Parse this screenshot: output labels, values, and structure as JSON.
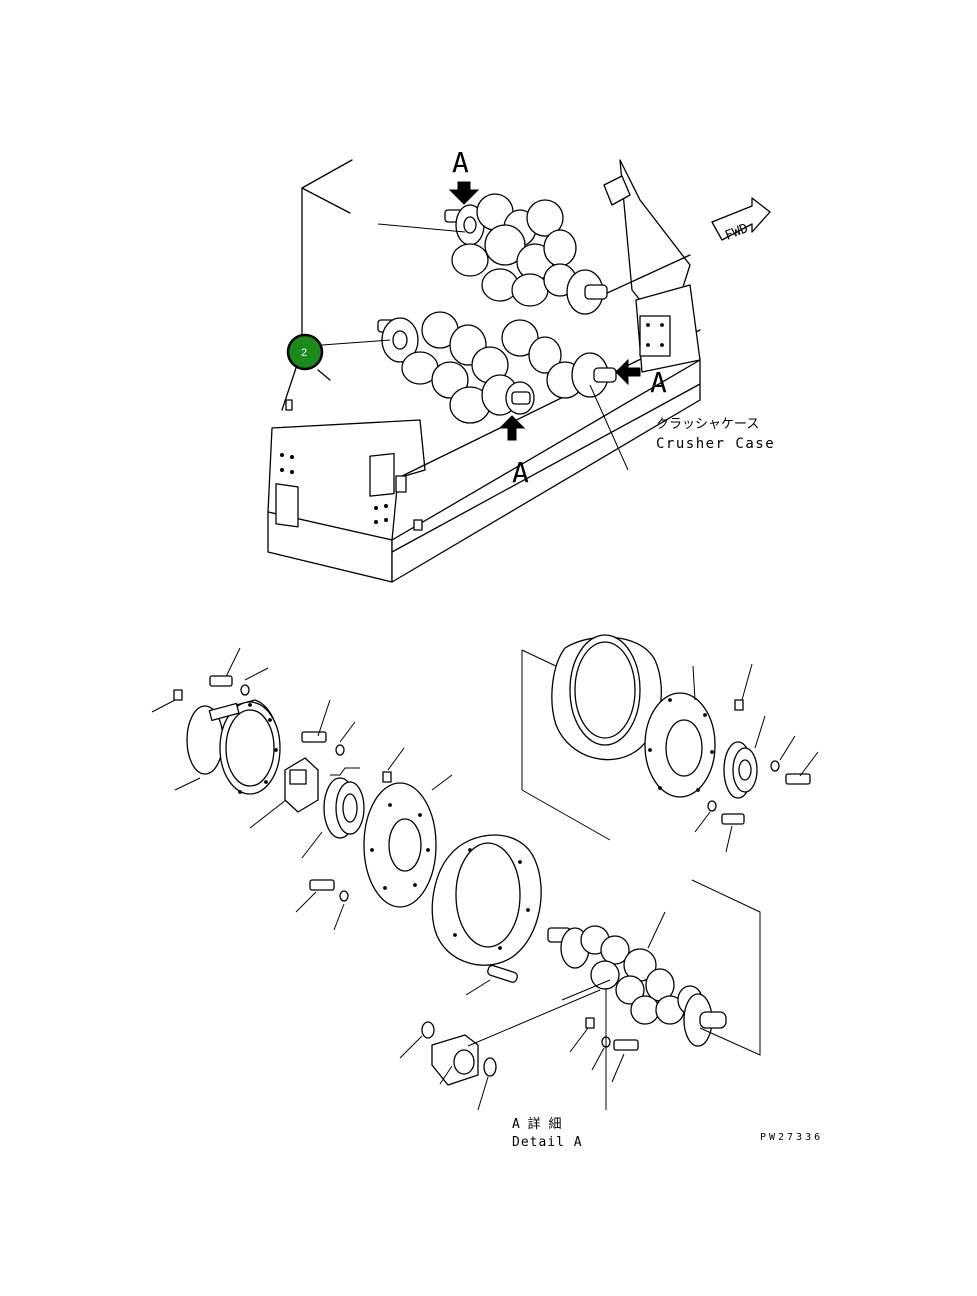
{
  "labels": {
    "section_marker": "A",
    "fwd": "FWD",
    "case_jp": "クラッシャケース",
    "case_en": "Crusher Case",
    "detail_jp": "A 詳 細",
    "detail_en": "Detail A",
    "drawing_number": "PW27336"
  },
  "callout": {
    "number": "2",
    "color": "#1a8a1a"
  }
}
